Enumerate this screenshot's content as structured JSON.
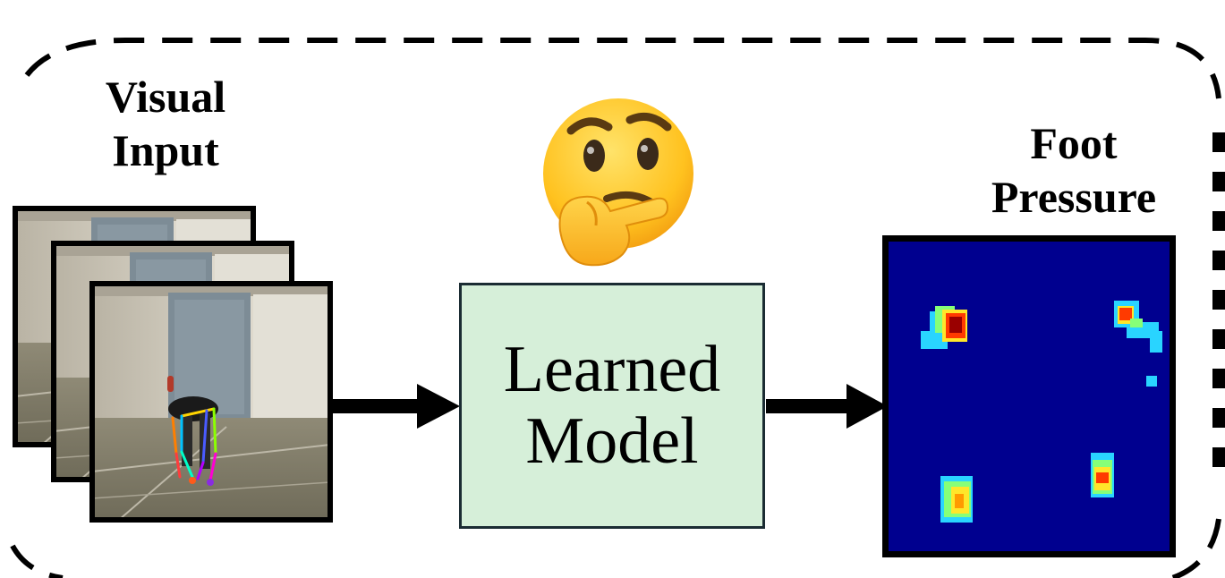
{
  "visual_input": {
    "line1": "Visual",
    "line2": "Input"
  },
  "model": {
    "line1": "Learned",
    "line2": "Model"
  },
  "foot_pressure": {
    "line1": "Foot",
    "line2": "Pressure"
  },
  "icons": {
    "thinking": "thinking-face-emoji-icon"
  },
  "colors": {
    "model_fill": "#d6efd9",
    "heatmap_background": "#00008f",
    "frame_border": "#000000"
  }
}
